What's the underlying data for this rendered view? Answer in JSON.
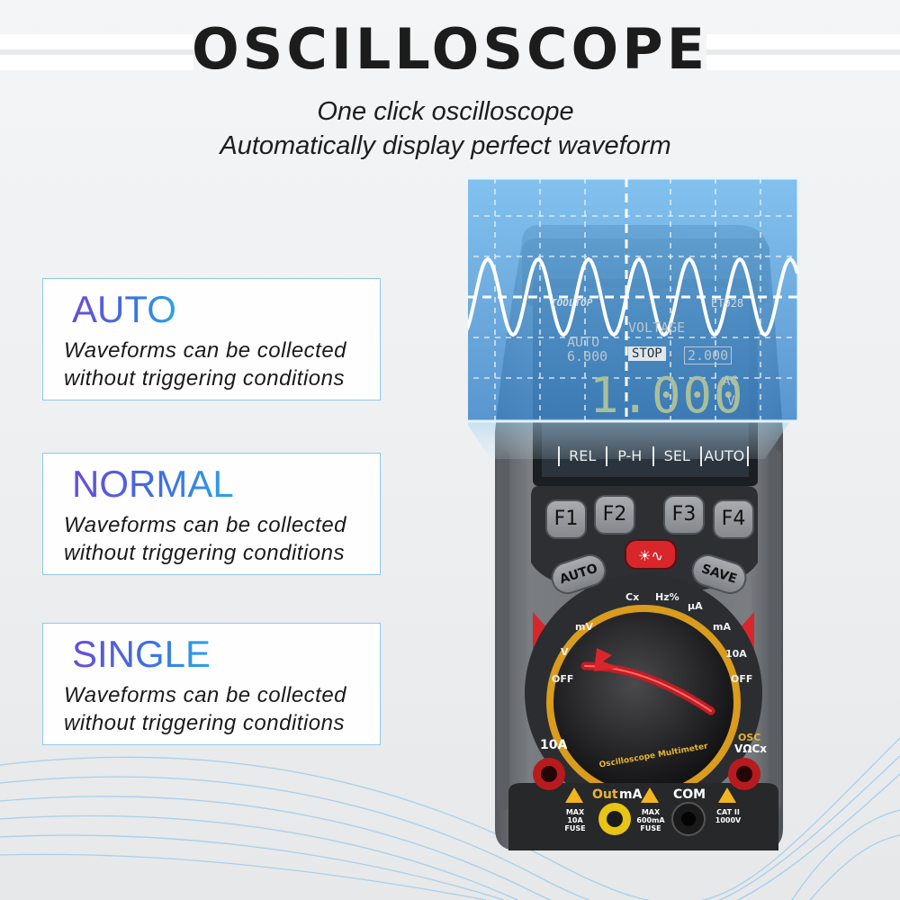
{
  "header": {
    "title": "OSCILLOSCOPE",
    "subtitle_line1": "One click oscilloscope",
    "subtitle_line2": "Automatically display perfect waveform"
  },
  "modes": [
    {
      "name": "AUTO",
      "desc_line1": "Waveforms can be collected",
      "desc_line2": "without triggering conditions"
    },
    {
      "name": "NORMAL",
      "desc_line1": "Waveforms can be collected",
      "desc_line2": "without triggering conditions"
    },
    {
      "name": "SINGLE",
      "desc_line1": "Waveforms can be collected",
      "desc_line2": "without triggering conditions"
    }
  ],
  "device": {
    "brand": "TOOLTOP",
    "model": "ET928",
    "screen": {
      "mode_label": "VOLTAGE",
      "auto_label": "AUTO",
      "value_left": "6.000",
      "stop_label": "STOP",
      "value_right": "2.000",
      "reading": "1.000",
      "unit_ac": "AC",
      "unit_v": "V"
    },
    "softkeys": [
      "REL",
      "P-H",
      "SEL",
      "AUTO"
    ],
    "fkeys": [
      "F1",
      "F2",
      "F3",
      "F4"
    ],
    "buttons": {
      "auto": "AUTO",
      "save": "SAVE"
    },
    "dial": {
      "cx": "Cx",
      "hz": "Hz%",
      "ua": "µA",
      "mv": "mV",
      "ma": "mA",
      "v": "V",
      "a10": "10A",
      "off_left": "OFF",
      "off_right": "OFF",
      "ring_text": "Oscilloscope Multimeter"
    },
    "terminals": {
      "a10": "10A",
      "osc": "OSC",
      "vocx": "VΩCx",
      "out": "Out",
      "ma": "mA",
      "com": "COM",
      "fuse1_l1": "MAX",
      "fuse1_l2": "10A",
      "fuse1_l3": "FUSE",
      "fuse2_l1": "MAX",
      "fuse2_l2": "600mA",
      "fuse2_l3": "FUSE",
      "cat_l1": "CAT II",
      "cat_l2": "1000V"
    }
  },
  "colors": {
    "accent_purple": "#6a4dd8",
    "accent_blue": "#2aa5e8",
    "body_gray": "#6b6e72",
    "red_trim": "#d8262a"
  }
}
